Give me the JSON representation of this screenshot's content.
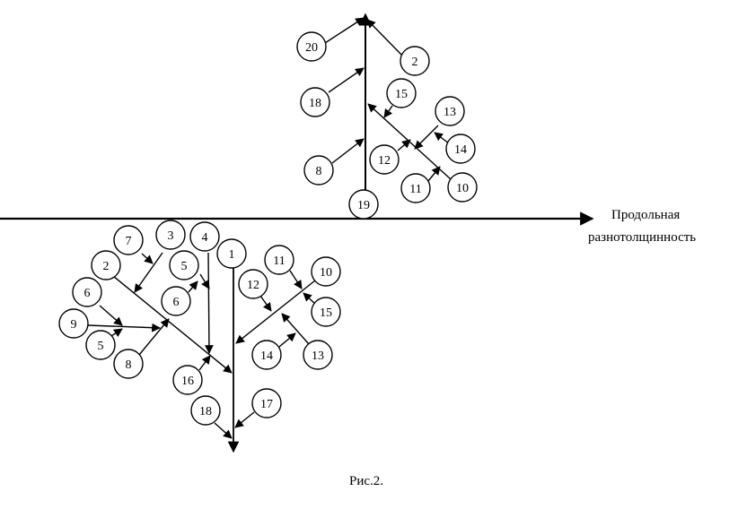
{
  "axis_label_line1": "Продольная",
  "axis_label_line2": "разнотолщинность",
  "caption": "Рис.2.",
  "upper_tree": {
    "nodes": [
      "20",
      "2",
      "18",
      "15",
      "13",
      "12",
      "14",
      "8",
      "11",
      "10",
      "19"
    ]
  },
  "lower_tree": {
    "nodes": [
      "7",
      "3",
      "4",
      "1",
      "2",
      "5",
      "6",
      "6",
      "9",
      "5",
      "8",
      "16",
      "18",
      "11",
      "10",
      "12",
      "15",
      "14",
      "13",
      "17"
    ]
  }
}
